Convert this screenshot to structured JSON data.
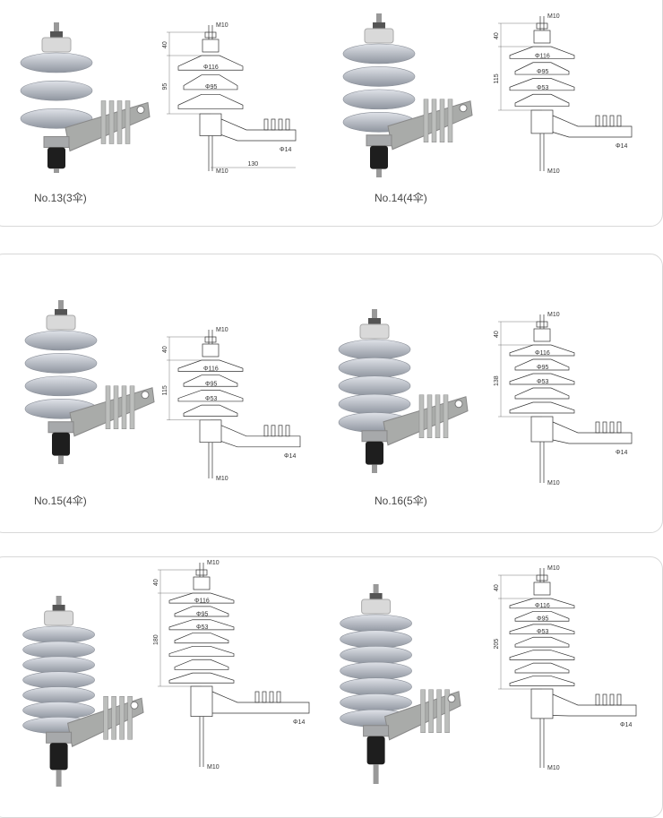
{
  "products": [
    {
      "caption": "No.13(3伞)",
      "labels": {
        "m_top": "M10",
        "m_bot": "M10",
        "h_top": "40",
        "h_main": "95",
        "d1": "Φ116",
        "d2": "Φ95",
        "d3": "",
        "d_hole": "Φ14",
        "width": "130"
      }
    },
    {
      "caption": "No.14(4伞)",
      "labels": {
        "m_top": "M10",
        "m_bot": "M10",
        "h_top": "40",
        "h_main": "115",
        "d1": "Φ116",
        "d2": "Φ95",
        "d3": "Φ53",
        "d_hole": "Φ14",
        "width": ""
      }
    },
    {
      "caption": "No.15(4伞)",
      "labels": {
        "m_top": "M10",
        "m_bot": "M10",
        "h_top": "40",
        "h_main": "115",
        "d1": "Φ116",
        "d2": "Φ95",
        "d3": "Φ53",
        "d_hole": "Φ14",
        "width": ""
      }
    },
    {
      "caption": "No.16(5伞)",
      "labels": {
        "m_top": "M10",
        "m_bot": "M10",
        "h_top": "40",
        "h_main": "138",
        "d1": "Φ116",
        "d2": "Φ95",
        "d3": "Φ53",
        "d_hole": "Φ14",
        "width": ""
      }
    },
    {
      "caption": "",
      "labels": {
        "m_top": "M10",
        "m_bot": "M10",
        "h_top": "40",
        "h_main": "180",
        "d1": "Φ116",
        "d2": "Φ95",
        "d3": "Φ53",
        "d_hole": "Φ14",
        "width": ""
      }
    },
    {
      "caption": "",
      "labels": {
        "m_top": "M10",
        "m_bot": "M10",
        "h_top": "40",
        "h_main": "205",
        "d1": "Φ116",
        "d2": "Φ95",
        "d3": "Φ53",
        "d_hole": "Φ14",
        "width": ""
      }
    }
  ],
  "colors": {
    "shed": "#b9bec7",
    "shed_dark": "#8f959f",
    "bracket": "#a9aba9",
    "metal": "#d9d9d9",
    "base": "#1e1e1e",
    "line": "#333333"
  }
}
